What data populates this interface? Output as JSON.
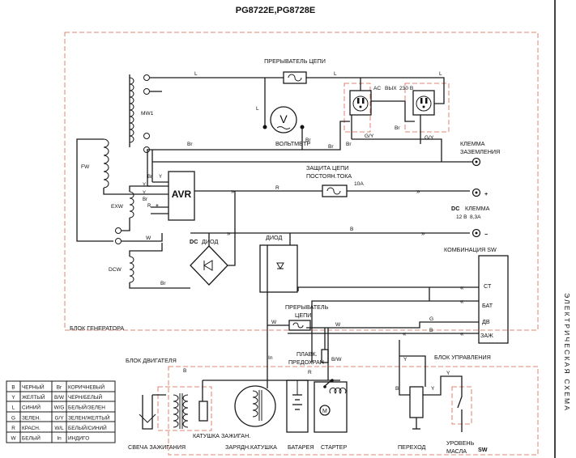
{
  "title": "PG8722E,PG8728E",
  "side_title": "ЭЛЕКТРИЧЕСКАЯ СХЕМА",
  "blocks": {
    "generator": "БЛОК ГЕНЕРАТОРА",
    "engine": "БЛОК ДВИГАТЕЛЯ",
    "control": "БЛОК УПРАВЛЕНИЯ"
  },
  "labels": {
    "breaker_top": "ПРЕРЫВАТЕЛЬ ЦЕПИ",
    "ac_out_a": "AC",
    "ac_out_b": "ВЫХ",
    "ac_out_c": "230 В",
    "voltmeter": "ВОЛЬТМЕТР",
    "ground_terminal_a": "КЛЕММА",
    "ground_terminal_b": "ЗАЗЕМЛЕНИЯ",
    "dc_protect_a": "ЗАЩИТА ЦЕПИ",
    "dc_protect_b": "ПОСТОЯН.ТОКА",
    "dc_protect_rating": "10A",
    "dc_terminal_a": "DC",
    "dc_terminal_b": "КЛЕММА",
    "dc_terminal_c": "12 В",
    "dc_terminal_d": "8,3А",
    "mw1": "MW1",
    "fw": "FW",
    "exw": "EXW",
    "dcw": "DCW",
    "avr": "AVR",
    "dc_diode_a": "DC",
    "dc_diode_b": "ДИОД",
    "diode": "ДИОД",
    "combination_sw": "КОМБИНАЦИЯ SW",
    "sw_st": "СТ",
    "sw_bat": "БАТ",
    "sw_dv": "ДВ",
    "sw_zazh": "ЗАЖ",
    "breaker_mid_a": "ПРЕРЫВАТЕЛЬ",
    "breaker_mid_b": "ЦЕПИ",
    "fuse_a": "ПЛАВК.",
    "fuse_b": "ПРЕДОХРАН",
    "spark_plug": "СВЕЧА ЗАЖИГАНИЯ",
    "ignition_coil": "КАТУШКА ЗАЖИГАН.",
    "charge_coil": "ЗАРЯДН.КАТУШКА",
    "battery": "БАТАРЕЯ",
    "starter": "СТАРТЕР",
    "transition": "ПЕРЕХОД",
    "oil_a": "УРОВЕНЬ",
    "oil_b": "МАСЛА",
    "oil_sw": "SW",
    "plus": "+",
    "minus": "−",
    "v_symbol": "V"
  },
  "wire_codes": {
    "L": "L",
    "Br": "Br",
    "B": "B",
    "R": "R",
    "W": "W",
    "G": "G",
    "Y": "Y",
    "GY": "G/Y",
    "BW": "B/W",
    "In": "In"
  },
  "legend": [
    {
      "c1": "B",
      "n1": "ЧЕРНЫЙ",
      "c2": "Br",
      "n2": "КОРИЧНЕВЫЙ"
    },
    {
      "c1": "Y",
      "n1": "ЖЕЛТЫЙ",
      "c2": "B/W",
      "n2": "ЧЕРН/БЕЛЫЙ"
    },
    {
      "c1": "L",
      "n1": "СИНИЙ",
      "c2": "W/G",
      "n2": "БЕЛЫЙ/ЗЕЛЕН"
    },
    {
      "c1": "G",
      "n1": "ЗЕЛЕН.",
      "c2": "G/Y",
      "n2": "ЗЕЛЕН/ЖЕЛТЫЙ"
    },
    {
      "c1": "R",
      "n1": "КРАСН.",
      "c2": "W/L",
      "n2": "БЕЛЫЙ/СИНИЙ"
    },
    {
      "c1": "W",
      "n1": "БЕЛЫЙ",
      "c2": "In",
      "n2": "ИНДИГО"
    }
  ]
}
